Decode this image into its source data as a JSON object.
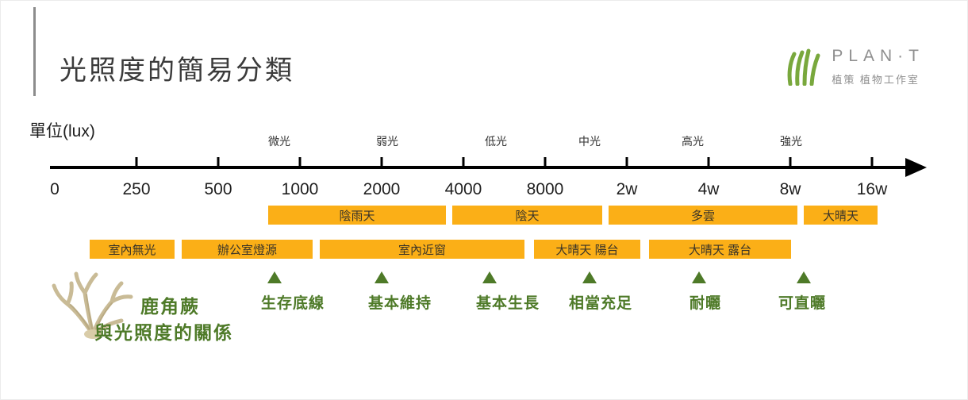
{
  "title": "光照度的簡易分類",
  "logo": {
    "brand": "PLAN·T",
    "subtitle": "植策 植物工作室"
  },
  "axis": {
    "unit_label": "單位(lux)",
    "ticks": [
      "0",
      "250",
      "500",
      "1000",
      "2000",
      "4000",
      "8000",
      "2w",
      "4w",
      "8w",
      "16w"
    ],
    "categories": [
      {
        "label": "微光"
      },
      {
        "label": "弱光"
      },
      {
        "label": "低光"
      },
      {
        "label": "中光"
      },
      {
        "label": "高光"
      },
      {
        "label": "強光"
      }
    ]
  },
  "bands_row1": [
    {
      "label": "陰雨天"
    },
    {
      "label": "陰天"
    },
    {
      "label": "多雲"
    },
    {
      "label": "大晴天"
    }
  ],
  "bands_row2": [
    {
      "label": "室內無光"
    },
    {
      "label": "辦公室燈源"
    },
    {
      "label": "室內近窗"
    },
    {
      "label": "大晴天 陽台"
    },
    {
      "label": "大晴天 露台"
    }
  ],
  "markers": [
    {
      "label": "生存底線"
    },
    {
      "label": "基本維持"
    },
    {
      "label": "基本生長"
    },
    {
      "label": "相當充足"
    },
    {
      "label": "耐曬"
    },
    {
      "label": "可直曬"
    }
  ],
  "footer": {
    "line1": "鹿角蕨",
    "line2": "與光照度的關係"
  },
  "colors": {
    "band": "#FBAF17",
    "band_text": "#3A3428",
    "green": "#4E7A28",
    "logo_green": "#79A83D",
    "logo_text": "#8F8F8F",
    "axis": "#000000",
    "accent": "#8C8C8C",
    "title_text": "#3B3B3B"
  }
}
